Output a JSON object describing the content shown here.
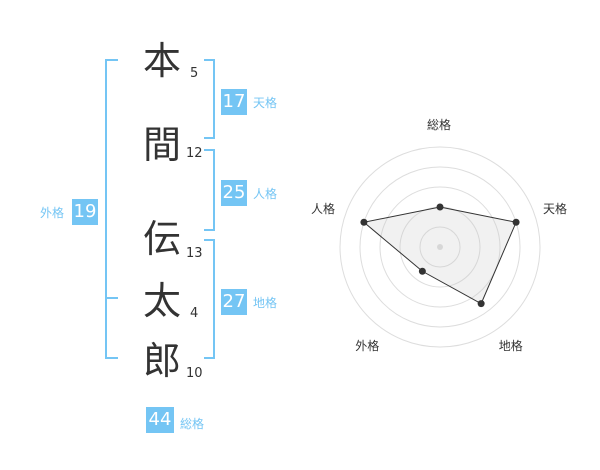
{
  "characters": [
    {
      "char": "本",
      "strokes": "5"
    },
    {
      "char": "間",
      "strokes": "12"
    },
    {
      "char": "伝",
      "strokes": "13"
    },
    {
      "char": "太",
      "strokes": "4"
    },
    {
      "char": "郎",
      "strokes": "10"
    }
  ],
  "fortunes": {
    "tenkaku": {
      "value": "17",
      "label": "天格"
    },
    "jinkaku": {
      "value": "25",
      "label": "人格"
    },
    "chikaku": {
      "value": "27",
      "label": "地格"
    },
    "gaikaku": {
      "value": "19",
      "label": "外格"
    },
    "soukaku": {
      "value": "44",
      "label": "総格"
    }
  },
  "colors": {
    "accent": "#74c5f4",
    "text": "#333333",
    "grid": "#dddddd"
  },
  "chart_data": {
    "type": "radar",
    "axes": [
      "総格",
      "天格",
      "地格",
      "外格",
      "人格"
    ],
    "values": [
      2,
      4,
      3.5,
      1.5,
      4
    ],
    "max": 5,
    "grid": true
  }
}
